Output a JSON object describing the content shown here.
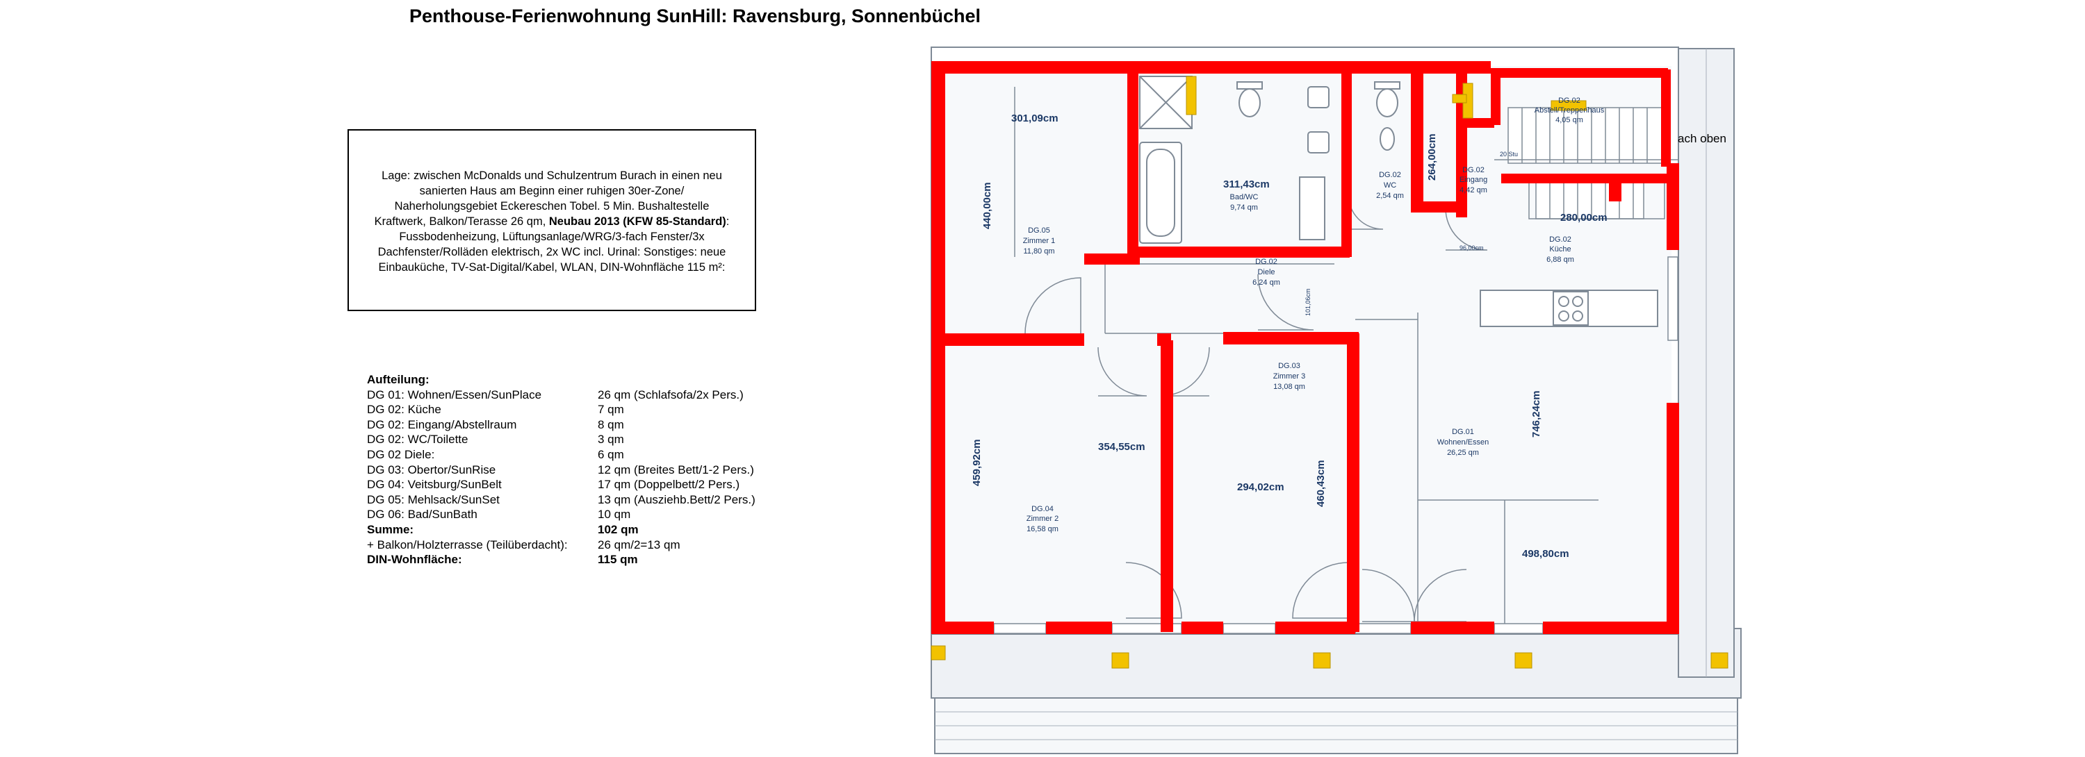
{
  "title": "Penthouse-Ferienwohnung SunHill: Ravensburg, Sonnenbüchel",
  "description": {
    "line1": "Lage: zwischen McDonalds und Schulzentrum Burach in einen neu",
    "line2": "sanierten Haus am Beginn einer ruhigen 30er-Zone/",
    "line3": "Naherholungsgebiet Eckereschen Tobel. 5 Min. Bushaltestelle",
    "line4_pre": "Kraftwerk, Balkon/Terasse 26 qm, ",
    "line4_bold": "Neubau 2013 (KFW 85-Standard)",
    "line4_post": ":",
    "line5": "Fussbodenheizung, Lüftungsanlage/WRG/3-fach Fenster/3x",
    "line6": "Dachfenster/Rolläden elektrisch, 2x WC incl. Urinal: Sonstiges: neue",
    "line7": "Einbauküche, TV-Sat-Digital/Kabel, WLAN, DIN-Wohnfläche 115 m²:"
  },
  "allocation": {
    "heading": "Aufteilung:",
    "rows": [
      {
        "label": "DG 01: Wohnen/Essen/SunPlace",
        "value": "26 qm (Schlafsofa/2x Pers.)"
      },
      {
        "label": "DG 02: Küche",
        "value": "7 qm"
      },
      {
        "label": "DG 02: Eingang/Abstellraum",
        "value": "8 qm"
      },
      {
        "label": "DG 02: WC/Toilette",
        "value": "3 qm"
      },
      {
        "label": "DG 02  Diele:",
        "value": "6 qm"
      },
      {
        "label": "DG 03: Obertor/SunRise",
        "value": "12 qm (Breites Bett/1-2 Pers.)"
      },
      {
        "label": "DG 04: Veitsburg/SunBelt",
        "value": "17 qm (Doppelbett/2 Pers.)"
      },
      {
        "label": "DG 05: Mehlsack/SunSet",
        "value": "13 qm (Ausziehb.Bett/2 Pers.)"
      },
      {
        "label": "DG 06: Bad/SunBath",
        "value": "10 qm"
      }
    ],
    "sum_label": "Summe:",
    "sum_value": "102 qm",
    "balcony_label": "+ Balkon/Holzterrasse (Teilüberdacht):",
    "balcony_value": "26 qm/2=13 qm",
    "din_label": "DIN-Wohnfläche:",
    "din_value": "115 qm"
  },
  "plan": {
    "dimensions": {
      "d1": "301,09cm",
      "d2": "440,00cm",
      "d3": "311,43cm",
      "d4": "264,00cm",
      "d5": "280,00cm",
      "d6": "96,00cm",
      "d7": "101,06cm",
      "d8": "354,55cm",
      "d9": "459,92cm",
      "d10": "294,02cm",
      "d11": "460,43cm",
      "d12": "746,24cm",
      "d13": "498,80cm"
    },
    "rooms": {
      "r05": {
        "id": "DG.05",
        "name": "Zimmer 1",
        "area": "11,80 qm"
      },
      "r06": {
        "id": "",
        "name": "Bad/WC",
        "area": "9,74 qm"
      },
      "rwc": {
        "id": "DG.02",
        "name": "WC",
        "area": "2,54 qm"
      },
      "reing": {
        "id": "DG.02",
        "name": "Eingang",
        "area": "4,42 qm"
      },
      "rabst": {
        "id": "DG.02",
        "name": "Abstell/Treppenhaus",
        "area": "4,05 qm"
      },
      "rdiele": {
        "id": "DG.02",
        "name": "Diele",
        "area": "6,24 qm"
      },
      "rkue": {
        "id": "DG.02",
        "name": "Küche",
        "area": "6,88 qm"
      },
      "r03": {
        "id": "DG.03",
        "name": "Zimmer 3",
        "area": "13,08 qm"
      },
      "r01": {
        "id": "DG.01",
        "name": "Wohnen/Essen",
        "area": "26,25 qm"
      },
      "r04": {
        "id": "DG.04",
        "name": "Zimmer 2",
        "area": "16,58 qm"
      }
    },
    "stairs_label": "ach oben",
    "step_label": "20 Stu",
    "colors": {
      "wall": "#ff0000",
      "fixture": "#f2c200",
      "line": "#7f8a96",
      "terrace": "#e9edf2"
    }
  }
}
